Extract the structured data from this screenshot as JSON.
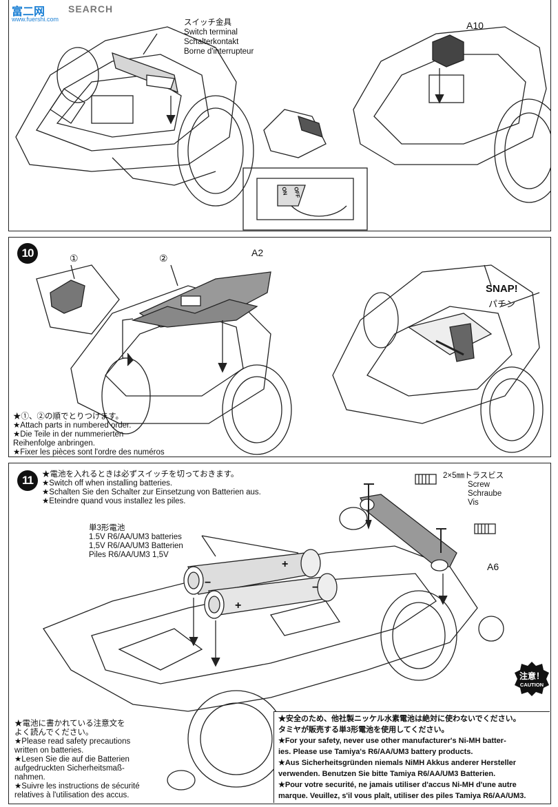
{
  "watermark": {
    "logo": "富二网",
    "search": "SEARCH",
    "url": "www.fuershi.com"
  },
  "step9": {
    "switch_terminal_label": [
      "スイッチ金具",
      "Switch terminal",
      "Schalterkontakt",
      "Borne d'interrupteur"
    ],
    "part_label": "A10",
    "switch_marks": [
      "ON",
      "OFF"
    ]
  },
  "step10": {
    "number": "10",
    "circle_labels": [
      "①",
      "②"
    ],
    "part_label": "A2",
    "snap_label": "SNAP!",
    "snap_label_jp": "パチン",
    "notes": [
      "★①、②の順でとりつけます。",
      "★Attach parts in numbered order.",
      "★Die Teile in der nummerierten",
      "Reihenfolge anbringen.",
      "★Fixer les pièces sont l'ordre des numéros"
    ]
  },
  "step11": {
    "number": "11",
    "notes": [
      "★電池を入れるときは必ずスイッチを切っておきます。",
      "★Switch off when installing batteries.",
      "★Schalten Sie den Schalter zur Einsetzung von Batterien aus.",
      "★Eteindre quand vous installez les piles."
    ],
    "screw_label": [
      "2×5㎜トラスビス",
      "Screw",
      "Schraube",
      "Vis"
    ],
    "battery_label": [
      "単3形電池",
      "1.5V R6/AA/UM3 batteries",
      "1,5V R6/AA/UM3 Batterien",
      "Piles R6/AA/UM3 1,5V"
    ],
    "part_label": "A6",
    "battery_marks": [
      "+",
      "−"
    ],
    "caution_jp": "注意！",
    "caution_en": "CAUTION",
    "safety_notes": [
      "★電池に書かれている注意文を",
      "よく読んでください。",
      "★Please read safety precautions",
      "written on batteries.",
      "★Lesen Sie die auf die Batterien",
      "aufgedruckten Sicherheitsmaß-",
      "nahmen.",
      "★Suivre les instructions de sécurité",
      "relatives à l'utilisation des accus."
    ],
    "warning": [
      "★安全のため、他社製ニッケル水素電池は絶対に使わないでください。",
      "タミヤが販売する単3形電池を使用してください。",
      "★For your safety, never use other manufacturer's Ni-MH batter-",
      "ies. Please use Tamiya's R6/AA/UM3 battery products.",
      "★Aus Sicherheitsgründen niemals NiMH Akkus anderer Hersteller",
      "verwenden. Benutzen Sie bitte Tamiya R6/AA/UM3 Batterien.",
      "★Pour votre securité, ne jamais utiliser d'accus Ni-MH d'une autre",
      "marque. Veuillez, s'il vous plaît, utiliser des piles Tamiya R6/AA/UM3."
    ]
  }
}
